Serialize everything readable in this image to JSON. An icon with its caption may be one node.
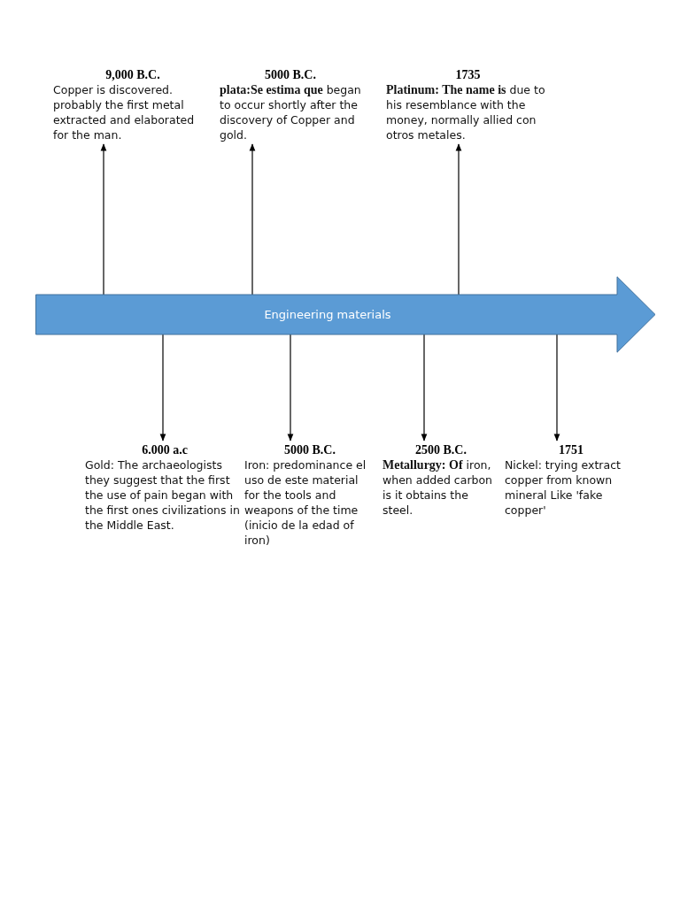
{
  "diagram": {
    "nodes": [
      {
        "text": [
          "Engineering materials"
        ]
      },
      {
        "text": [
          "9,000 B.C.",
          "Copper is discovered. probably the first metal extracted and elaborated for the man."
        ]
      },
      {
        "text": [
          "5000 B.C.",
          "**plata:Se estima que** began to occur shortly after the discovery of Copper and gold."
        ]
      },
      {
        "text": [
          "1735",
          "**Platinum: The name is** due to his resemblance with the money, normally allied con otros metales."
        ]
      },
      {
        "text": [
          "6.000 a.c",
          "Gold: The archaeologists they suggest that the first the use of pain began with the first ones civilizations in the Middle East."
        ]
      },
      {
        "text": [
          "5000 B.C.",
          "Iron: predominance el uso de este material for the tools and weapons of the time (inicio de la edad of iron)"
        ]
      },
      {
        "text": [
          "2500 B.C.",
          "**Metallurgy: Of** iron, when added carbon is it obtains the steel."
        ]
      },
      {
        "text": [
          "1751",
          "Nickel: trying extract copper from known mineral Like 'fake copper'"
        ]
      }
    ],
    "edges": [
      {
        "from": 0,
        "to": 1,
        "arrow": "to"
      },
      {
        "from": 0,
        "to": 2,
        "arrow": "to"
      },
      {
        "from": 0,
        "to": 3,
        "arrow": "to"
      },
      {
        "from": 0,
        "to": 4,
        "arrow": "to"
      },
      {
        "from": 0,
        "to": 5,
        "arrow": "to"
      },
      {
        "from": 0,
        "to": 6,
        "arrow": "to"
      },
      {
        "from": 0,
        "to": 7,
        "arrow": "to"
      }
    ]
  }
}
